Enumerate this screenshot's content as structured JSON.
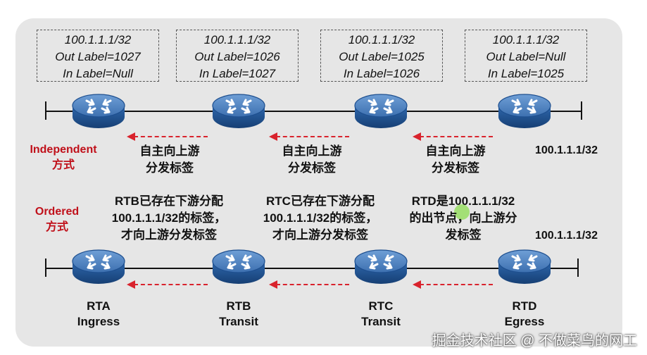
{
  "label_boxes": [
    {
      "prefix": "100.1.1.1/32",
      "out": "Out Label=1027",
      "in": "In Label=Null"
    },
    {
      "prefix": "100.1.1.1/32",
      "out": "Out Label=1026",
      "in": "In Label=1027"
    },
    {
      "prefix": "100.1.1.1/32",
      "out": "Out Label=1025",
      "in": "In Label=1026"
    },
    {
      "prefix": "100.1.1.1/32",
      "out": "Out Label=Null",
      "in": "In Label=1025"
    }
  ],
  "independent": {
    "mode_line1": "Independent",
    "mode_line2": "方式",
    "arrow_labels": [
      {
        "l1": "自主向上游",
        "l2": "分发标签"
      },
      {
        "l1": "自主向上游",
        "l2": "分发标签"
      },
      {
        "l1": "自主向上游",
        "l2": "分发标签"
      }
    ],
    "dest": "100.1.1.1/32"
  },
  "ordered": {
    "mode_line1": "Ordered",
    "mode_line2": "方式",
    "notes": [
      {
        "l1": "RTB已存在下游分配",
        "l2": "100.1.1.1/32的标签，",
        "l3": "才向上游分发标签"
      },
      {
        "l1": "RTC已存在下游分配",
        "l2": "100.1.1.1/32的标签，",
        "l3": "才向上游分发标签"
      },
      {
        "l1": "RTD是100.1.1.1/32",
        "l2": "的出节点，向上游分",
        "l3": "发标签"
      }
    ],
    "dest": "100.1.1.1/32"
  },
  "routers": [
    {
      "name": "RTA",
      "role": "Ingress"
    },
    {
      "name": "RTB",
      "role": "Transit"
    },
    {
      "name": "RTC",
      "role": "Transit"
    },
    {
      "name": "RTD",
      "role": "Egress"
    }
  ],
  "watermark": "掘金技术社区 @ 不做菜鸟的网工",
  "colors": {
    "arrow": "#d9232d",
    "mode_label": "#c0101a",
    "router_top": "#4d7fbf",
    "router_body": "#1e4f8f"
  }
}
